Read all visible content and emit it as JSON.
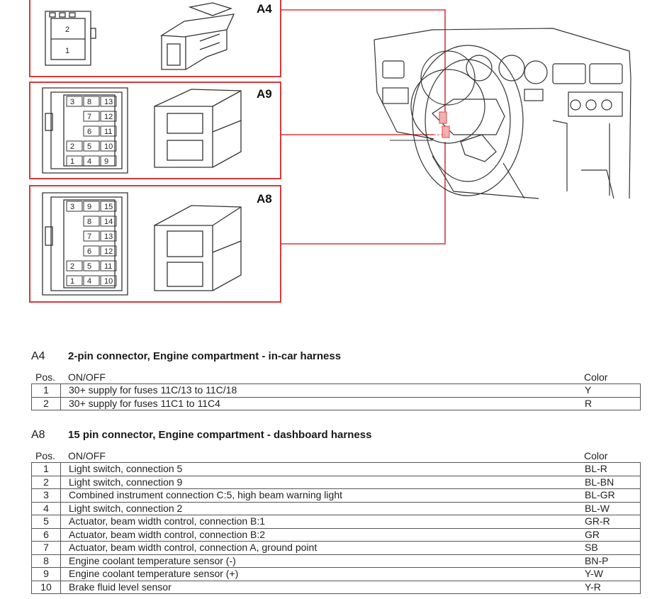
{
  "connectors": [
    {
      "code": "A4",
      "pins": [
        "2",
        "1"
      ]
    },
    {
      "code": "A9",
      "pins": [
        "3",
        "8",
        "13",
        "7",
        "12",
        "6",
        "11",
        "2",
        "5",
        "10",
        "1",
        "4",
        "9"
      ]
    },
    {
      "code": "A8",
      "pins": [
        "3",
        "9",
        "15",
        "8",
        "14",
        "7",
        "13",
        "6",
        "12",
        "2",
        "5",
        "11",
        "1",
        "4",
        "10"
      ]
    }
  ],
  "tables": {
    "a4": {
      "code": "A4",
      "title": "2-pin connector, Engine compartment - in-car harness",
      "headers": {
        "pos": "Pos.",
        "desc": "ON/OFF",
        "color": "Color"
      },
      "rows": [
        {
          "pos": "1",
          "desc": "30+ supply for fuses 11C/13 to 11C/18",
          "color": "Y"
        },
        {
          "pos": "2",
          "desc": "30+ supply for fuses 11C1 to 11C4",
          "color": "R"
        }
      ]
    },
    "a8": {
      "code": "A8",
      "title": "15 pin connector, Engine compartment - dashboard harness",
      "headers": {
        "pos": "Pos.",
        "desc": "ON/OFF",
        "color": "Color"
      },
      "rows": [
        {
          "pos": "1",
          "desc": "Light switch, connection 5",
          "color": "BL-R"
        },
        {
          "pos": "2",
          "desc": "Light switch, connection 9",
          "color": "BL-BN"
        },
        {
          "pos": "3",
          "desc": "Combined instrument connection C:5, high beam warning light",
          "color": "BL-GR"
        },
        {
          "pos": "4",
          "desc": "Light switch, connection 2",
          "color": "BL-W"
        },
        {
          "pos": "5",
          "desc": "Actuator, beam width control, connection B:1",
          "color": "GR-R"
        },
        {
          "pos": "6",
          "desc": "Actuator, beam width control, connection B:2",
          "color": "GR"
        },
        {
          "pos": "7",
          "desc": "Actuator, beam width control, connection A, ground point",
          "color": "SB"
        },
        {
          "pos": "8",
          "desc": "Engine coolant temperature sensor (-)",
          "color": "BN-P"
        },
        {
          "pos": "9",
          "desc": "Engine coolant temperature sensor (+)",
          "color": "Y-W"
        },
        {
          "pos": "10",
          "desc": "Brake fluid level sensor",
          "color": "Y-R"
        }
      ]
    }
  },
  "colors": {
    "frame": "#d9383a",
    "line": "#333333",
    "accent": "#e04848"
  }
}
